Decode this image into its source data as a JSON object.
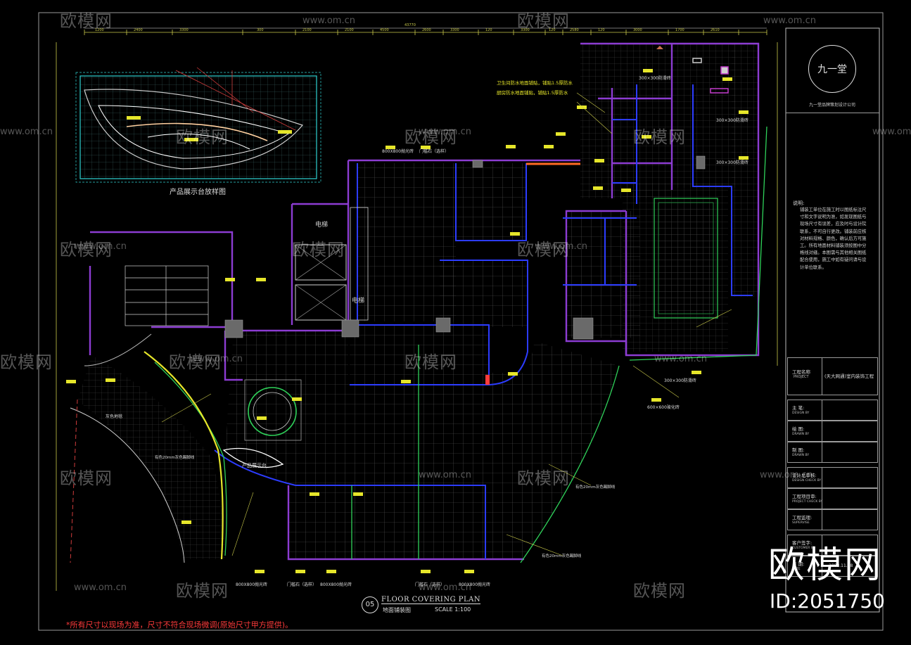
{
  "logo": {
    "seal_text": "九一堂",
    "company": "九一堂品牌策划设计公司"
  },
  "plan": {
    "number": "05",
    "title_en": "FLOOR COVERING PLAN",
    "title_cn": "地面铺装图",
    "scale": "SCALE 1:100"
  },
  "footer_note": "*所有尺寸以现场为准，尺寸不符合现场微调(原始尺寸甲方提供)。",
  "inset": {
    "caption": "产品展示台放样图"
  },
  "notes": {
    "heading": "说明:",
    "body": "铺装工单位在施工时以图纸标注尺寸和文字说明为准，如发现图纸与现场尺寸有误差，应及时与设计院联系，不可自行更改。铺装前应核对材料规格、颜色，确认后方可施工。所有地面材料铺装须按图中分格线对缝。本图需与其他相关图纸配合使用，施工中如有疑问请与设计单位联系。"
  },
  "title_block": {
    "project_label": "工程名称",
    "project_label_en": "PROJECT",
    "project_value": "(天大网通)室内装饰工程",
    "rows": [
      {
        "label": "主 笔:",
        "sub": "DESIGN BY"
      },
      {
        "label": "绘 图:",
        "sub": "DRAWN BY"
      },
      {
        "label": "制 图:",
        "sub": "DRAWN BY"
      },
      {
        "label": "设计总审核:",
        "sub": "DESIGN CHECK BY"
      },
      {
        "label": "工程项目审:",
        "sub": "PROJECT CHECK BY"
      },
      {
        "label": "工程监理:",
        "sub": "SUPERVISE"
      },
      {
        "label": "客户签字:",
        "sub": "CUSTOMER BY"
      },
      {
        "label": "日 期:",
        "sub": "DATE"
      }
    ],
    "date_value": "2008.11.28"
  },
  "watermark": {
    "brand": "欧模网",
    "url": "www.om.cn",
    "big": "欧模网",
    "id": "ID:2051750"
  },
  "room_labels": {
    "elevator_a": "电梯",
    "elevator_b": "电梯",
    "product_stand": "产品展示台"
  },
  "annotations": [
    {
      "text": "卫生间防水地面铺贴，铺贴1.5厚防水"
    },
    {
      "text": "厨房防水地面铺贴，铺贴1.5厚防水"
    },
    {
      "text": "300×300防滑砖"
    },
    {
      "text": "600×600玻化砖"
    },
    {
      "text": "800X800抛光砖"
    },
    {
      "text": "门槛石（选样）"
    },
    {
      "text": "灰色地毯"
    },
    {
      "text": "有色20mm灰色踢脚线"
    }
  ],
  "colors": {
    "purple_wall": "#8c3cd2",
    "blue_wall": "#2c3cff",
    "green_line": "#2fd25a",
    "cyan": "#33d6d6",
    "yellow": "#e6e62a",
    "white_line": "#cfcfcf",
    "red": "#ff3b3b"
  }
}
